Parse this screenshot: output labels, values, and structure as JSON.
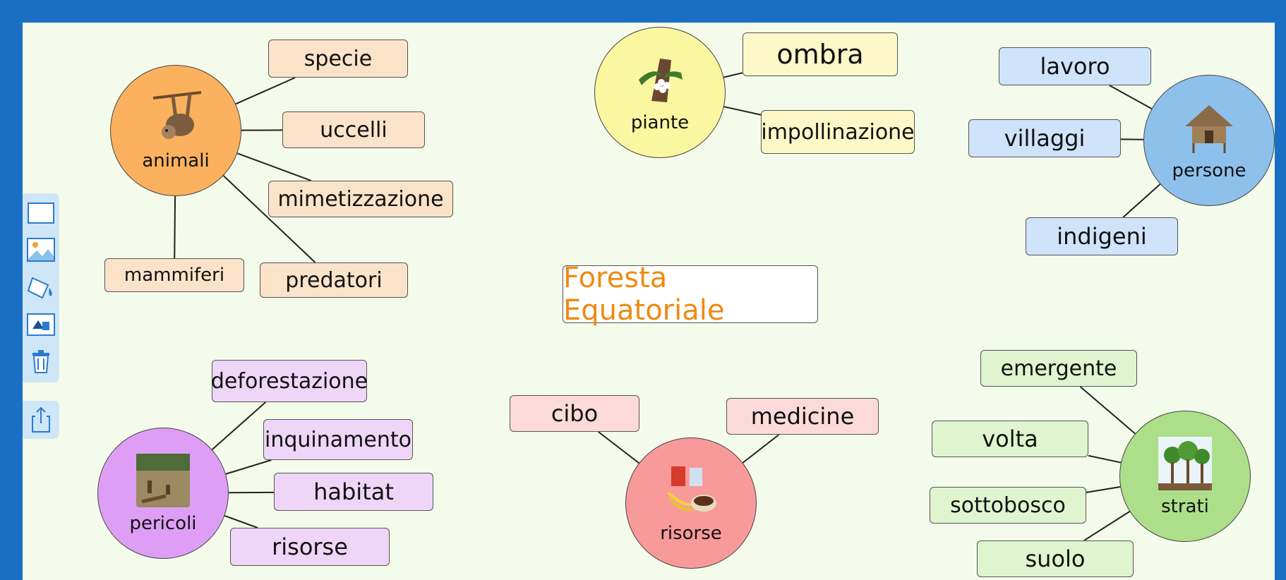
{
  "title": "Foresta Equatoriale",
  "colors": {
    "frame": "#1a6fc4",
    "canvas": "#f4fbea",
    "title_text": "#ef8a12"
  },
  "toolbar": {
    "items": [
      {
        "icon": "rectangle-icon"
      },
      {
        "icon": "image-icon"
      },
      {
        "icon": "paint-bucket-icon"
      },
      {
        "icon": "arrange-icon"
      },
      {
        "icon": "trash-icon"
      }
    ],
    "share_icon": "share-icon"
  },
  "hubs": [
    {
      "id": "animali",
      "label": "animali",
      "fill": "#fbb15e",
      "image": "sloth",
      "children": [
        {
          "label": "specie",
          "fill": "#fbe3c9"
        },
        {
          "label": "uccelli",
          "fill": "#fbe3c9"
        },
        {
          "label": "mimetizzazione",
          "fill": "#fbe3c9"
        },
        {
          "label": "predatori",
          "fill": "#fbe3c9"
        },
        {
          "label": "mammiferi",
          "fill": "#fbe3c9"
        }
      ]
    },
    {
      "id": "piante",
      "label": "piante",
      "fill": "#fbf6a0",
      "image": "orchid",
      "children": [
        {
          "label": "ombra",
          "fill": "#fdf8c8"
        },
        {
          "label": "impollinazione",
          "fill": "#fdf8c8"
        }
      ]
    },
    {
      "id": "persone",
      "label": "persone",
      "fill": "#8ec0ec",
      "image": "hut",
      "children": [
        {
          "label": "lavoro",
          "fill": "#cfe4fb"
        },
        {
          "label": "villaggi",
          "fill": "#cfe4fb"
        },
        {
          "label": "indigeni",
          "fill": "#cfe4fb"
        }
      ]
    },
    {
      "id": "pericoli",
      "label": "pericoli",
      "fill": "#de9ef5",
      "image": "deforestation",
      "children": [
        {
          "label": "deforestazione",
          "fill": "#efd6f8"
        },
        {
          "label": "inquinamento",
          "fill": "#efd6f8"
        },
        {
          "label": "habitat",
          "fill": "#efd6f8"
        },
        {
          "label": "risorse",
          "fill": "#efd6f8"
        }
      ]
    },
    {
      "id": "risorse",
      "label": "risorse",
      "fill": "#f99a9a",
      "image": "food",
      "children": [
        {
          "label": "cibo",
          "fill": "#fcdada"
        },
        {
          "label": "medicine",
          "fill": "#fcdada"
        }
      ]
    },
    {
      "id": "strati",
      "label": "strati",
      "fill": "#addf8a",
      "image": "forest-layers",
      "children": [
        {
          "label": "emergente",
          "fill": "#def5cf"
        },
        {
          "label": "volta",
          "fill": "#def5cf"
        },
        {
          "label": "sottobosco",
          "fill": "#def5cf"
        },
        {
          "label": "suolo",
          "fill": "#def5cf"
        }
      ]
    }
  ]
}
